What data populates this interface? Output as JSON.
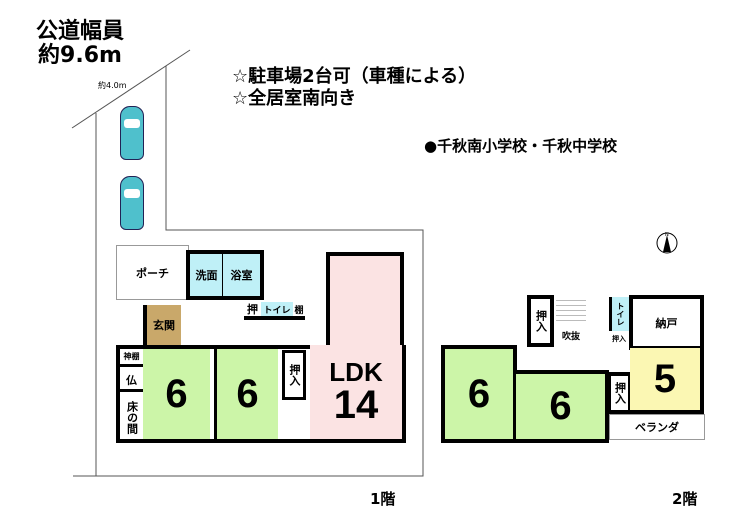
{
  "road": {
    "title": "公道幅員",
    "width": "約9.6m",
    "access_width": "約4.0m"
  },
  "notes": [
    "☆駐車場2台可（車種による）",
    "☆全居室南向き"
  ],
  "school": "●千秋南小学校・千秋中学校",
  "compass": "N",
  "floor1": {
    "label": "1階",
    "rooms": {
      "porch": "ポーチ",
      "washroom": "洗面",
      "bathroom": "浴室",
      "entrance": "玄関",
      "closet": "押",
      "toilet": "トイレ",
      "shelf": "棚",
      "kamidana": "神棚",
      "butsudan": "仏",
      "tokonoma": "床の間",
      "room_a": "6",
      "room_b": "6",
      "oshiire": "押入",
      "ldk_label": "LDK",
      "ldk_size": "14"
    }
  },
  "floor2": {
    "label": "2階",
    "rooms": {
      "oshiire_a": "押入",
      "fukinuke": "吹抜",
      "toilet": "トイレ",
      "storage": "納戸",
      "oshiire_small": "押入",
      "room_a": "6",
      "room_b": "6",
      "oshiire_b": "押入",
      "room_c": "5",
      "balcony": "ベランダ"
    }
  },
  "colors": {
    "tatami": "#ccf5a8",
    "ldk": "#fbe3e3",
    "wet": "#bff0f7",
    "western": "#fbf7b3",
    "car": "#4fc0cc"
  }
}
